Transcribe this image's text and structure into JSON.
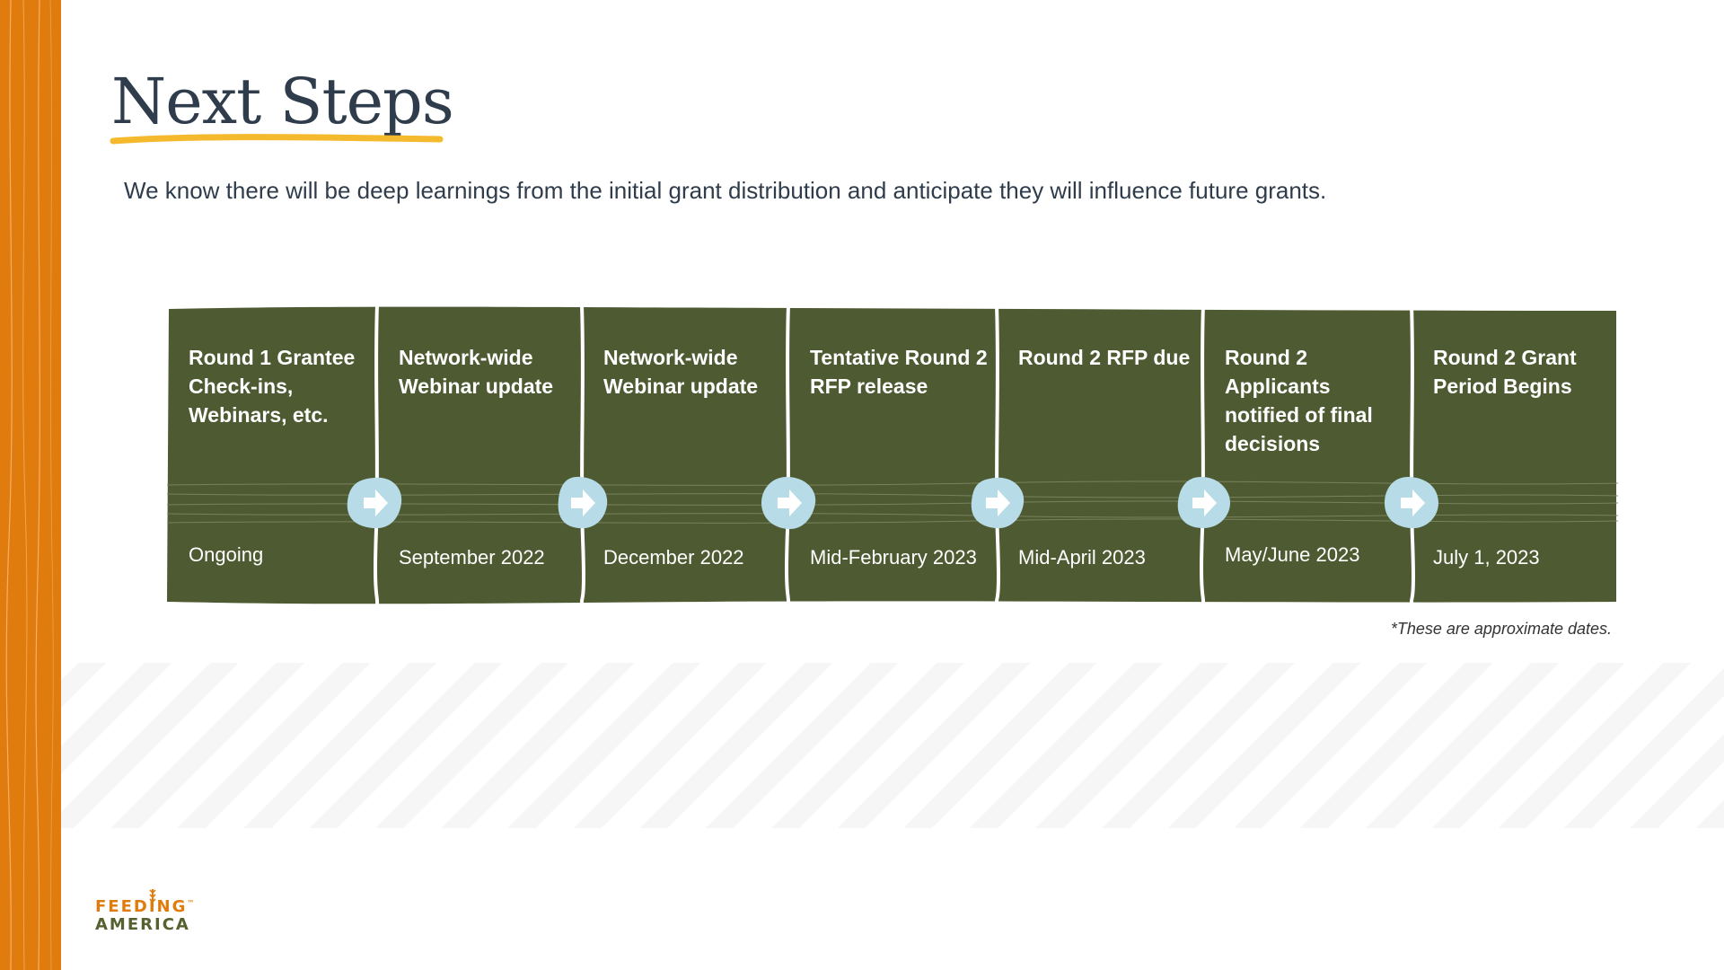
{
  "slide": {
    "title": "Next Steps",
    "subtitle": "We know there will be deep learnings from the initial grant distribution and anticipate they will influence future grants.",
    "footnote": "*These are approximate dates."
  },
  "timeline": {
    "steps": [
      {
        "label": "Round 1 Grantee Check-ins, Webinars, etc.",
        "date": "Ongoing"
      },
      {
        "label": "Network-wide Webinar update",
        "date": "September 2022"
      },
      {
        "label": "Network-wide Webinar update",
        "date": "December 2022"
      },
      {
        "label": "Tentative Round 2 RFP release",
        "date": "Mid-February 2023"
      },
      {
        "label": "Round 2 RFP due",
        "date": "Mid-April 2023"
      },
      {
        "label": "Round 2 Applicants notified of final decisions",
        "date": "May/June 2023"
      },
      {
        "label": "Round 2 Grant Period Begins",
        "date": "July 1, 2023"
      }
    ]
  },
  "logo": {
    "line1": "FEEDING",
    "line2": "AMERICA",
    "trademark": "™"
  },
  "colors": {
    "accent_orange": "#e07c0d",
    "timeline_green": "#4e5a31",
    "arrow_blue": "#b8dbe8",
    "title_navy": "#2f3c4c",
    "underline_yellow": "#f4b92c"
  },
  "icons": {
    "arrow": "arrow-right-icon",
    "logo_mark": "wheat-icon"
  }
}
